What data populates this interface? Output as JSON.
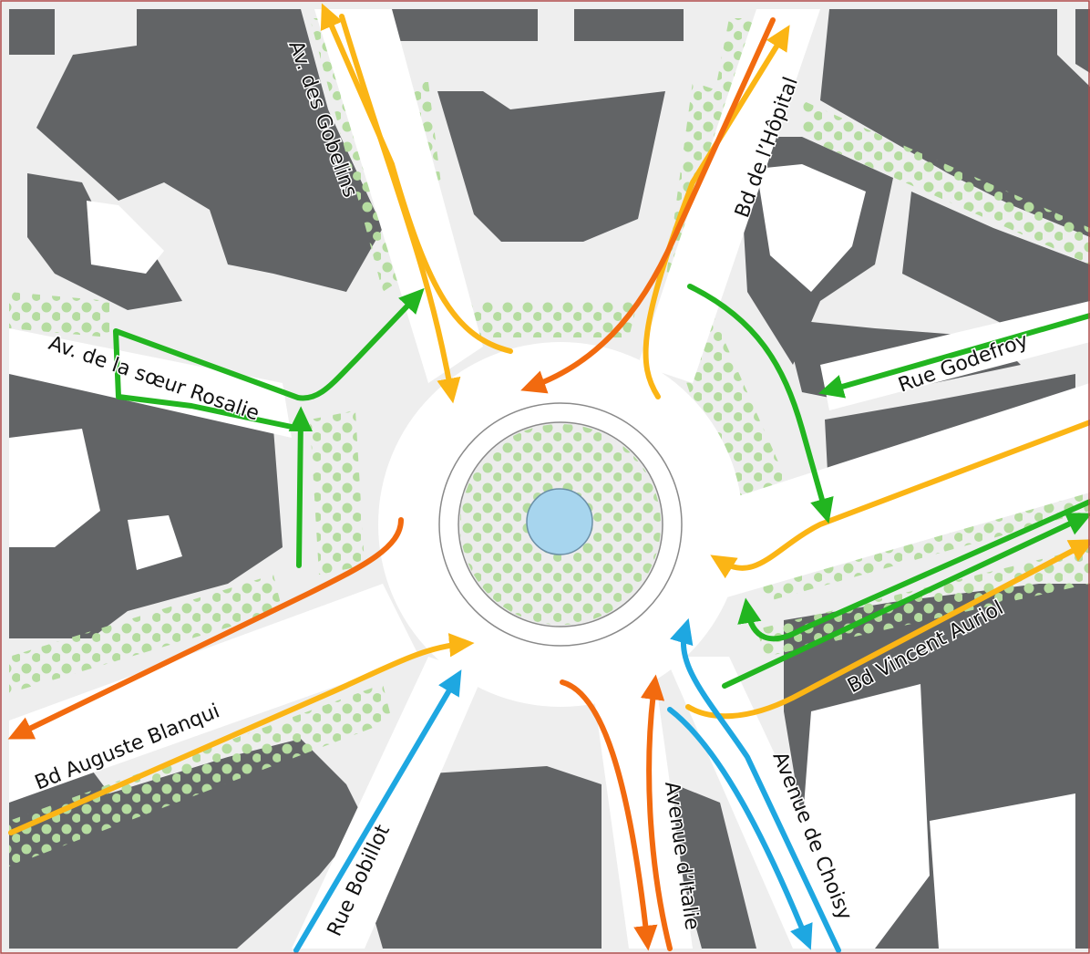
{
  "map": {
    "colors": {
      "building": "#626466",
      "road": "#ffffff",
      "block": "#eeeeee",
      "tree": "#b5dca0",
      "water": "#a7d5ee",
      "green_flow": "#22b520",
      "yellow_flow": "#fbb515",
      "orange_flow": "#f26a0f",
      "blue_flow": "#1ea7e1"
    },
    "streets": {
      "av_gobelins": "Av. des Gobelins",
      "bd_hopital": "Bd de l’Hôpital",
      "av_soeur_rosalie": "Av. de la sœur Rosalie",
      "rue_godefroy": "Rue Godefroy",
      "bd_vincent_auriol": "Bd Vincent Auriol",
      "bd_auguste_blanqui": "Bd Auguste Blanqui",
      "rue_bobillot": "Rue Bobillot",
      "avenue_italie": "Avenue d’Italie",
      "avenue_choisy": "Avenue de Choisy"
    },
    "flows": [
      {
        "id": "gobelins-in",
        "color": "yellow",
        "icon": "arrow-icon"
      },
      {
        "id": "gobelins-out",
        "color": "yellow",
        "icon": "arrow-icon"
      },
      {
        "id": "hopital-out",
        "color": "yellow",
        "icon": "arrow-icon"
      },
      {
        "id": "hopital-in",
        "color": "orange",
        "icon": "arrow-icon"
      },
      {
        "id": "godefroy-in",
        "color": "green",
        "icon": "arrow-icon"
      },
      {
        "id": "hopital-right",
        "color": "green",
        "icon": "arrow-icon"
      },
      {
        "id": "rosalie-out",
        "color": "green",
        "icon": "arrow-icon"
      },
      {
        "id": "blanqui-out",
        "color": "orange",
        "icon": "arrow-icon"
      },
      {
        "id": "blanqui-in",
        "color": "yellow",
        "icon": "arrow-icon"
      },
      {
        "id": "auriol-out",
        "color": "yellow",
        "icon": "arrow-icon"
      },
      {
        "id": "auriol-in",
        "color": "yellow",
        "icon": "arrow-icon"
      },
      {
        "id": "auriol-green",
        "color": "green",
        "icon": "arrow-icon"
      },
      {
        "id": "bobillot-in",
        "color": "blue",
        "icon": "arrow-icon"
      },
      {
        "id": "choisy-in",
        "color": "blue",
        "icon": "arrow-icon"
      },
      {
        "id": "choisy-out",
        "color": "blue",
        "icon": "arrow-icon"
      },
      {
        "id": "italie-in",
        "color": "orange",
        "icon": "arrow-icon"
      },
      {
        "id": "italie-out",
        "color": "orange",
        "icon": "arrow-icon"
      }
    ]
  }
}
